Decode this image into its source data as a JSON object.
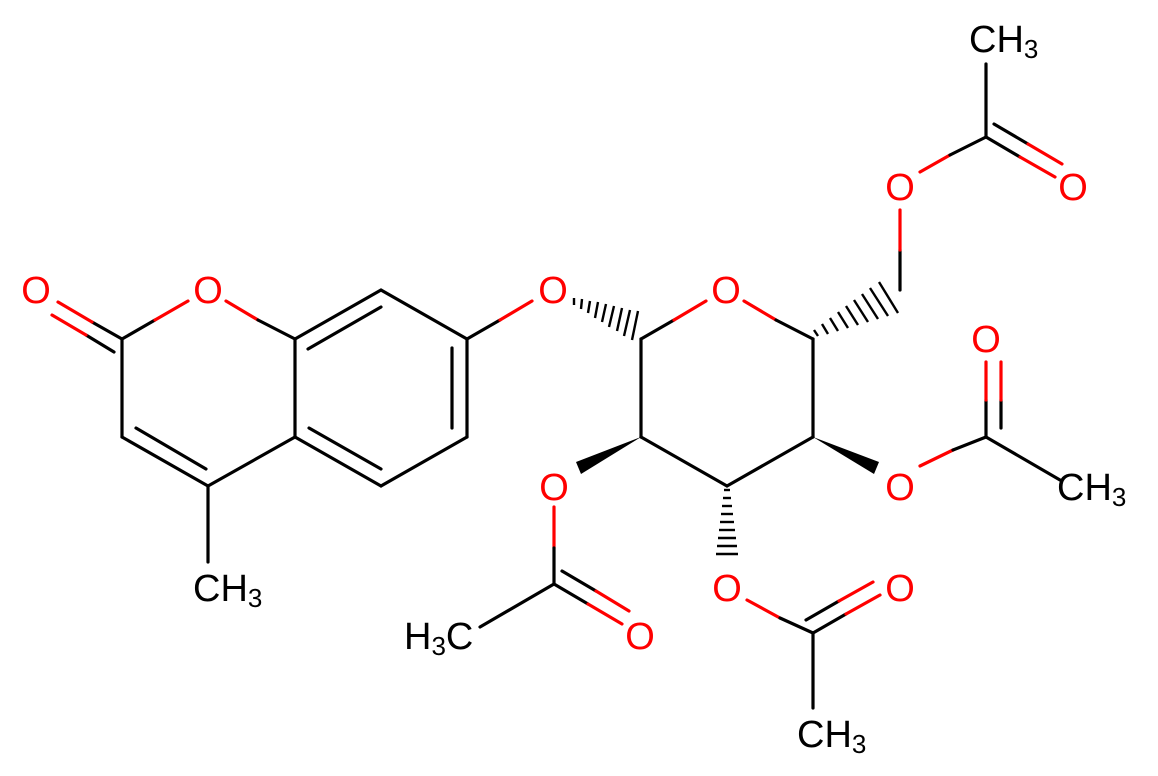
{
  "molecule": {
    "colors": {
      "carbon": "#000000",
      "oxygen": "#ff0000",
      "background": "#ffffff"
    },
    "atom_labels": {
      "o_lactone_carbonyl": "O",
      "o_ring_coumarin": "O",
      "o_glycosidic": "O",
      "o_ring_sugar": "O",
      "o_c6_ester": "O",
      "o_c6_carbonyl": "O",
      "o_c4_carbonyl": "O",
      "o_c4_ester": "O",
      "o_c2_ester": "O",
      "o_c2_carbonyl": "O",
      "o_c3_ester": "O",
      "o_c3_carbonyl": "O"
    },
    "methyl_groups": {
      "coumarin_methyl": {
        "element": "CH",
        "count": "3"
      },
      "c6_acetyl_methyl": {
        "element": "CH",
        "count": "3"
      },
      "c4_acetyl_methyl": {
        "element": "CH",
        "count": "3"
      },
      "c2_acetyl_methyl": {
        "element": "H",
        "count": "3",
        "tail": "C"
      },
      "c3_acetyl_methyl": {
        "element": "CH",
        "count": "3"
      }
    }
  }
}
